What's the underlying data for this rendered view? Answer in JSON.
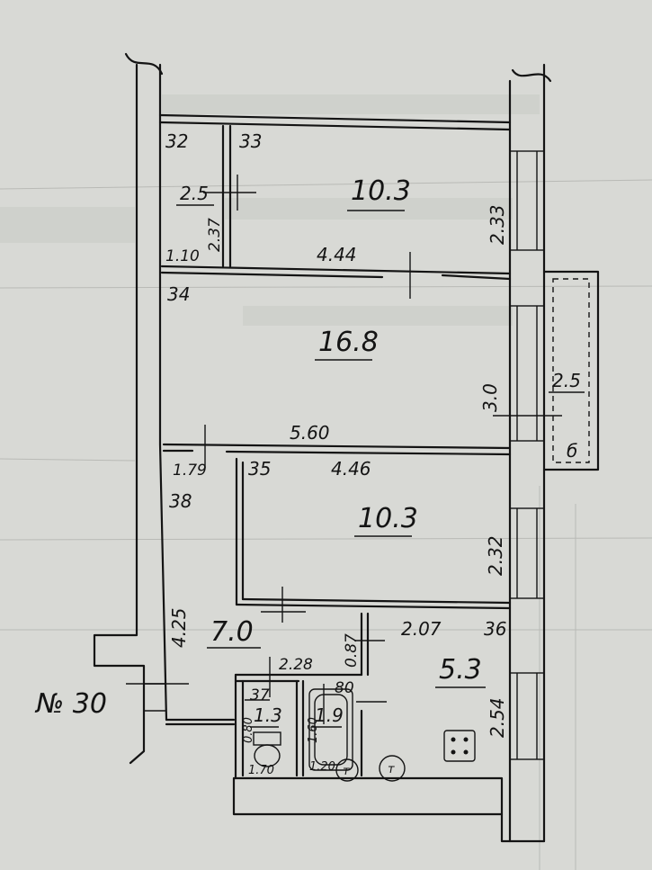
{
  "plan": {
    "rooms": [
      {
        "id": "room-32",
        "number": "32",
        "area": "2.5"
      },
      {
        "id": "room-33",
        "number": "33",
        "area": "10.3"
      },
      {
        "id": "room-34",
        "number": "34",
        "area": "16.8"
      },
      {
        "id": "room-35",
        "number": "35",
        "area": "10.3"
      },
      {
        "id": "room-38",
        "number": "38",
        "area": "7.0"
      },
      {
        "id": "room-37",
        "number": "37",
        "area": "1.3"
      },
      {
        "id": "room-bath",
        "number": "80",
        "area": "1.9"
      },
      {
        "id": "room-36",
        "number": "36",
        "area": "5.3"
      },
      {
        "id": "balcony",
        "number": "б",
        "area": "2.5"
      }
    ],
    "dimensions": {
      "d_110": "1.10",
      "d_237": "2.37",
      "d_444": "4.44",
      "d_233": "2.33",
      "d_30": "3.0",
      "d_560": "5.60",
      "d_179": "1.79",
      "d_446": "4.46",
      "d_232": "2.32",
      "d_225": "4.25",
      "d_228": "2.28",
      "d_087": "0.87",
      "d_207": "2.07",
      "d_254": "2.54",
      "d_080": "0.80",
      "d_160": "1.60",
      "d_170": "1.70",
      "d_120": "1.20"
    },
    "label_no": "№ 30",
    "fixture_letter": "т"
  }
}
